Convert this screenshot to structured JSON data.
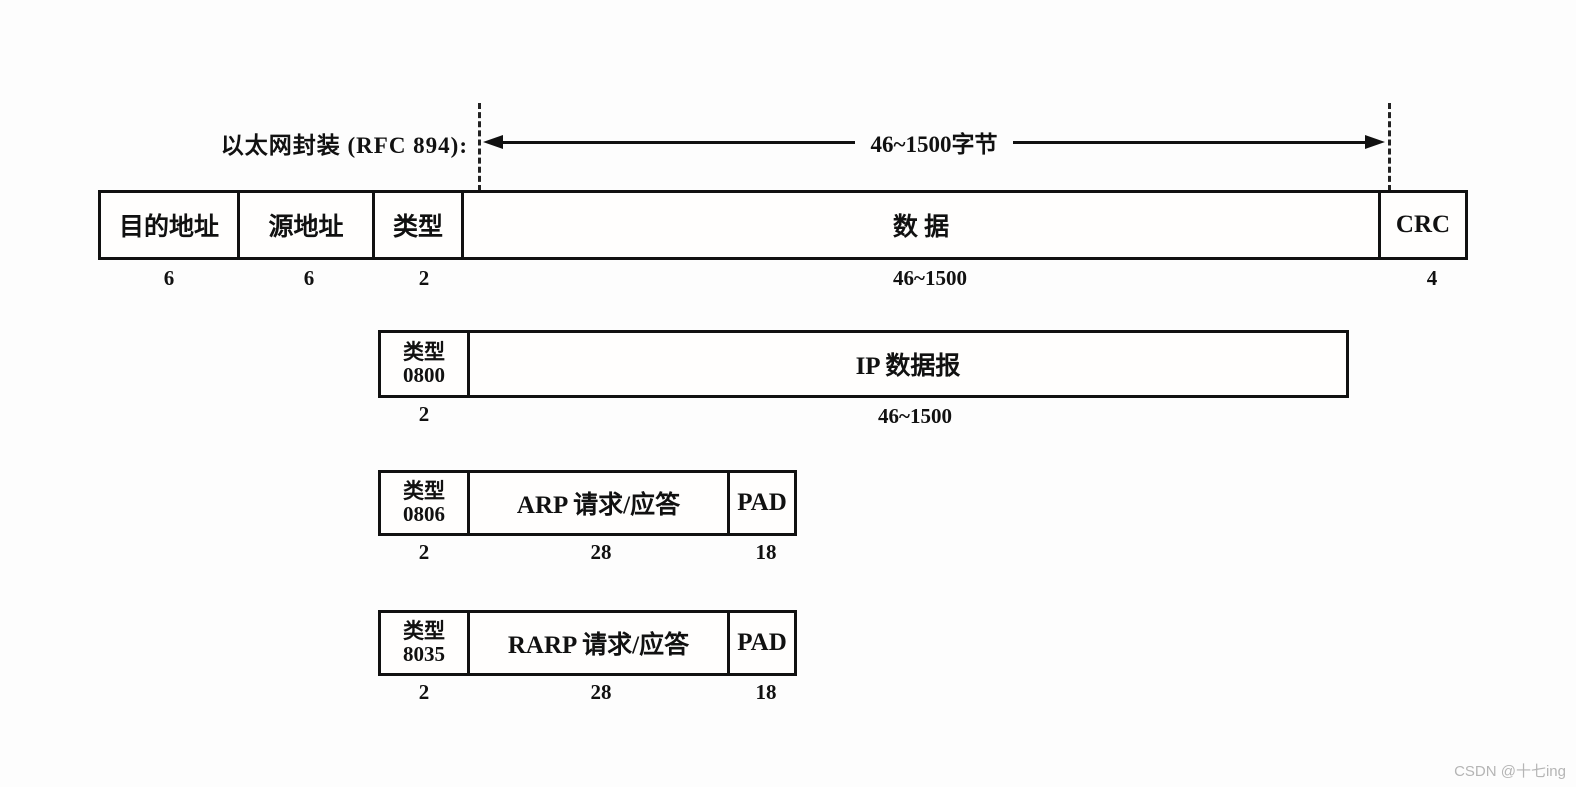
{
  "header": {
    "title": "以太网封装 (RFC 894):",
    "span_label": "46~1500字节"
  },
  "frame": {
    "fields": [
      {
        "label": "目的地址",
        "size": "6"
      },
      {
        "label": "源地址",
        "size": "6"
      },
      {
        "label": "类型",
        "size": "2"
      },
      {
        "label": "数 据",
        "size": "46~1500"
      },
      {
        "label": "CRC",
        "size": "4"
      }
    ]
  },
  "ip": {
    "type": {
      "line1": "类型",
      "line2": "0800",
      "size": "2"
    },
    "data": {
      "label": "IP 数据报",
      "size": "46~1500"
    }
  },
  "arp": {
    "type": {
      "line1": "类型",
      "line2": "0806",
      "size": "2"
    },
    "data": {
      "label": "ARP 请求/应答",
      "size": "28"
    },
    "pad": {
      "label": "PAD",
      "size": "18"
    }
  },
  "rarp": {
    "type": {
      "line1": "类型",
      "line2": "8035",
      "size": "2"
    },
    "data": {
      "label": "RARP 请求/应答",
      "size": "28"
    },
    "pad": {
      "label": "PAD",
      "size": "18"
    }
  },
  "watermark": "CSDN @十七ing"
}
